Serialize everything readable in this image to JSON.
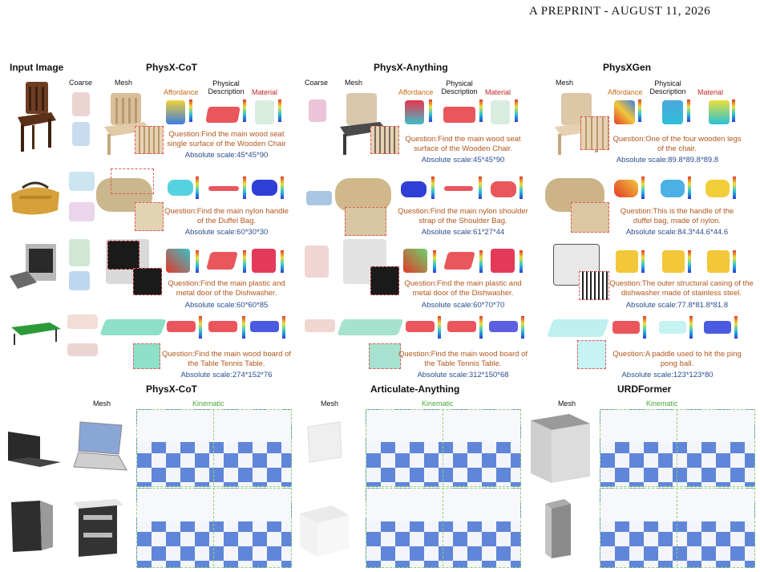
{
  "header": {
    "text": "A PREPRINT - AUGUST 11, 2026"
  },
  "top": {
    "input_image_label": "Input Image",
    "methods": [
      "PhysX-CoT",
      "PhysX-Anything",
      "PhysXGen"
    ],
    "coarse": "Coarse",
    "mesh": "Mesh",
    "affordance": "Affordance",
    "physical": "Physical",
    "description": "Description",
    "material": "Material",
    "rows": [
      {
        "cot_q": "Question:Find the main wood seat single surface of the Wooden Chair",
        "cot_s": "Absolute scale:45*45*90",
        "any_q": "Question:Find the main wood seat surface of the Wooden Chair.",
        "any_s": "Absolute scale:45*45*90",
        "gen_q": "Question:One of the four wooden legs of the chair.",
        "gen_s": "Absolute scale:89.8*89.8*89.8"
      },
      {
        "cot_q": "Question:Find the main nylon handle of the Duffel Bag.",
        "cot_s": "Absolute scale:60*30*30",
        "any_q": "Question:Find the main nylon shoulder strap of the Shoulder Bag.",
        "any_s": "Absolute scale:61*27*44",
        "gen_q": "Question:This is the handle of the duffel bag, made of nylon.",
        "gen_s": "Absolute scale:84.3*44.6*44.6"
      },
      {
        "cot_q": "Question:Find the main plastic and metal door of the Dishwasher.",
        "cot_s": "Absolute scale:60*60*85",
        "any_q": "Question:Find the main plastic and metal door of the Dishwasher.",
        "any_s": "Absolute scale:60*70*70",
        "gen_q": "Question:The outer structural casing of the dishwasher made of stainless steel.",
        "gen_s": "Absolute scale:77.8*81.8*81.8"
      },
      {
        "cot_q": "Question:Find the main wood board of the Table Tennis Table.",
        "cot_s": "Absolute scale:274*152*76",
        "any_q": "Question:Find the main wood board of the Table Tennis Table.",
        "any_s": "Absolute scale:312*150*68",
        "gen_q": "Question:A paddle used to hit the ping pong ball.",
        "gen_s": "Absolute scale:123*123*80"
      }
    ]
  },
  "bottom": {
    "methods": [
      "PhysX-CoT",
      "Articulate-Anything",
      "URDFormer"
    ],
    "mesh": "Mesh",
    "kinematic": "Kinematic"
  }
}
